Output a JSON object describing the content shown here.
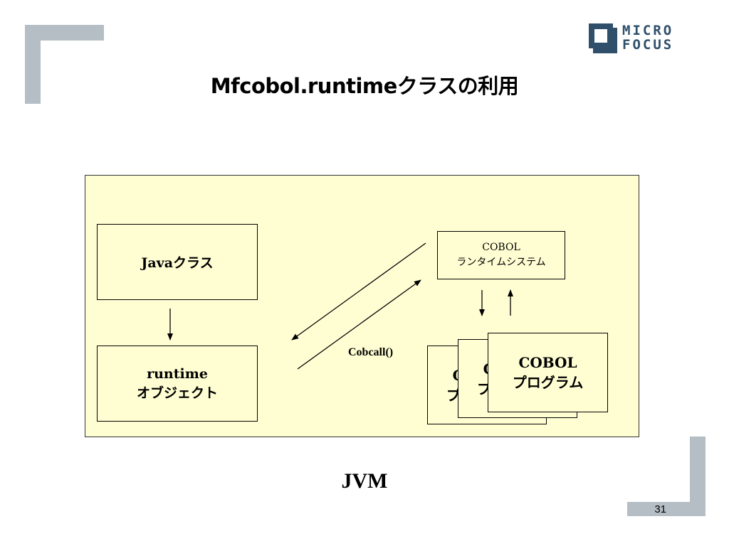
{
  "slide": {
    "title": "Mfcobol.runtimeクラスの利用",
    "footer_label": "JVM",
    "page_number": "31"
  },
  "logo": {
    "line1": "MICRO",
    "line2": "FOCUS"
  },
  "diagram": {
    "java_class": "Javaクラス",
    "runtime_object_line1": "runtime",
    "runtime_object_line2": "オブジェクト",
    "cobol_runtime_line1": "COBOL",
    "cobol_runtime_line2": "ランタイムシステム",
    "call_label": "Cobcall()",
    "cobol_program_line1": "COBOL",
    "cobol_program_line2": "プログラム"
  },
  "colors": {
    "panel_background": "#fffed3",
    "bracket_gray": "#b4bec4",
    "logo_blue": "#2f4f6b"
  }
}
